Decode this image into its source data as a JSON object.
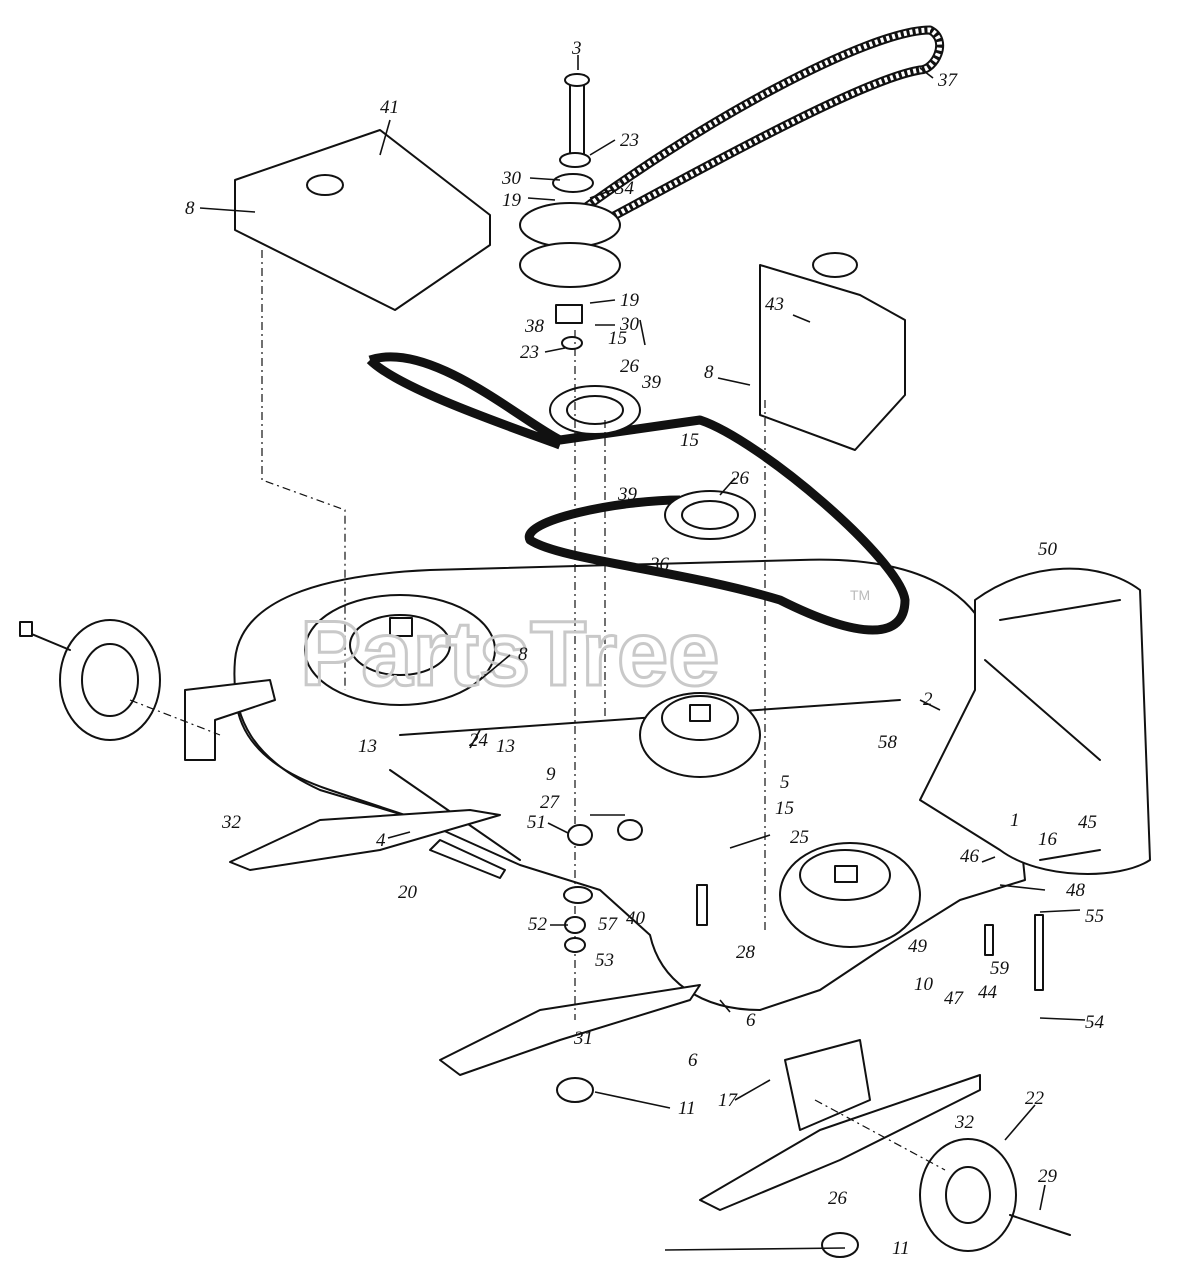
{
  "watermark": {
    "text": "PartsTree",
    "tm": "TM"
  },
  "callouts": [
    {
      "id": "c-3",
      "label": "3"
    },
    {
      "id": "c-37",
      "label": "37"
    },
    {
      "id": "c-41",
      "label": "41"
    },
    {
      "id": "c-23a",
      "label": "23"
    },
    {
      "id": "c-30a",
      "label": "30"
    },
    {
      "id": "c-34",
      "label": "34"
    },
    {
      "id": "c-19a",
      "label": "19"
    },
    {
      "id": "c-8a",
      "label": "8"
    },
    {
      "id": "c-19b",
      "label": "19"
    },
    {
      "id": "c-30b",
      "label": "30"
    },
    {
      "id": "c-38",
      "label": "38"
    },
    {
      "id": "c-43",
      "label": "43"
    },
    {
      "id": "c-23b",
      "label": "23"
    },
    {
      "id": "c-15a",
      "label": "15"
    },
    {
      "id": "c-8b",
      "label": "8"
    },
    {
      "id": "c-26a",
      "label": "26"
    },
    {
      "id": "c-39a",
      "label": "39"
    },
    {
      "id": "c-15b",
      "label": "15"
    },
    {
      "id": "c-26b",
      "label": "26"
    },
    {
      "id": "c-39b",
      "label": "39"
    },
    {
      "id": "c-36",
      "label": "36"
    },
    {
      "id": "c-50",
      "label": "50"
    },
    {
      "id": "c-8c",
      "label": "8"
    },
    {
      "id": "c-2",
      "label": "2"
    },
    {
      "id": "c-13a",
      "label": "13"
    },
    {
      "id": "c-24",
      "label": "24"
    },
    {
      "id": "c-13b",
      "label": "13"
    },
    {
      "id": "c-9",
      "label": "9"
    },
    {
      "id": "c-58",
      "label": "58"
    },
    {
      "id": "c-5",
      "label": "5"
    },
    {
      "id": "c-32a",
      "label": "32"
    },
    {
      "id": "c-27",
      "label": "27"
    },
    {
      "id": "c-51",
      "label": "51"
    },
    {
      "id": "c-15c",
      "label": "15"
    },
    {
      "id": "c-1",
      "label": "1"
    },
    {
      "id": "c-45",
      "label": "45"
    },
    {
      "id": "c-4",
      "label": "4"
    },
    {
      "id": "c-25",
      "label": "25"
    },
    {
      "id": "c-16",
      "label": "16"
    },
    {
      "id": "c-46",
      "label": "46"
    },
    {
      "id": "c-20",
      "label": "20"
    },
    {
      "id": "c-48",
      "label": "48"
    },
    {
      "id": "c-55",
      "label": "55"
    },
    {
      "id": "c-52",
      "label": "52"
    },
    {
      "id": "c-57",
      "label": "57"
    },
    {
      "id": "c-40",
      "label": "40"
    },
    {
      "id": "c-28",
      "label": "28"
    },
    {
      "id": "c-49",
      "label": "49"
    },
    {
      "id": "c-53",
      "label": "53"
    },
    {
      "id": "c-59",
      "label": "59"
    },
    {
      "id": "c-10",
      "label": "10"
    },
    {
      "id": "c-47",
      "label": "47"
    },
    {
      "id": "c-44",
      "label": "44"
    },
    {
      "id": "c-54",
      "label": "54"
    },
    {
      "id": "c-31",
      "label": "31"
    },
    {
      "id": "c-6a",
      "label": "6"
    },
    {
      "id": "c-6b",
      "label": "6"
    },
    {
      "id": "c-11a",
      "label": "11"
    },
    {
      "id": "c-17",
      "label": "17"
    },
    {
      "id": "c-22",
      "label": "22"
    },
    {
      "id": "c-32b",
      "label": "32"
    },
    {
      "id": "c-29",
      "label": "29"
    },
    {
      "id": "c-26c",
      "label": "26"
    },
    {
      "id": "c-11b",
      "label": "11"
    }
  ]
}
